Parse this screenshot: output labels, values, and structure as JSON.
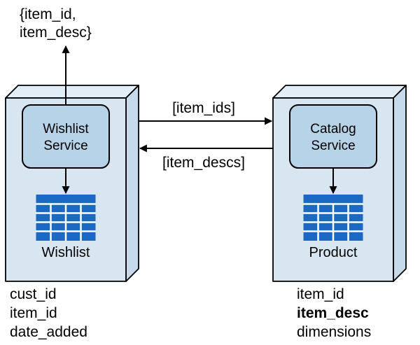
{
  "diagram": {
    "output_annotation": {
      "line1": "{item_id,",
      "line2": "item_desc}"
    },
    "wishlist": {
      "service_line1": "Wishlist",
      "service_line2": "Service",
      "table_label": "Wishlist",
      "fields": [
        "cust_id",
        "item_id",
        "date_added"
      ]
    },
    "catalog": {
      "service_line1": "Catalog",
      "service_line2": "Service",
      "table_label": "Product",
      "fields": [
        "item_id",
        "item_desc",
        "dimensions"
      ]
    },
    "messages": {
      "request": "[item_ids]",
      "response": "[item_descs]"
    },
    "icons": {
      "wishlist_table": "database-table-icon",
      "product_table": "database-table-icon"
    },
    "colors": {
      "box_top_fill": "#e2eef7",
      "box_front_fill": "#d8e6f2",
      "box_side_fill": "#c6daeb",
      "service_fill": "#b7d3e8",
      "table_blue": "#1b69c2",
      "stroke": "#000000"
    }
  }
}
